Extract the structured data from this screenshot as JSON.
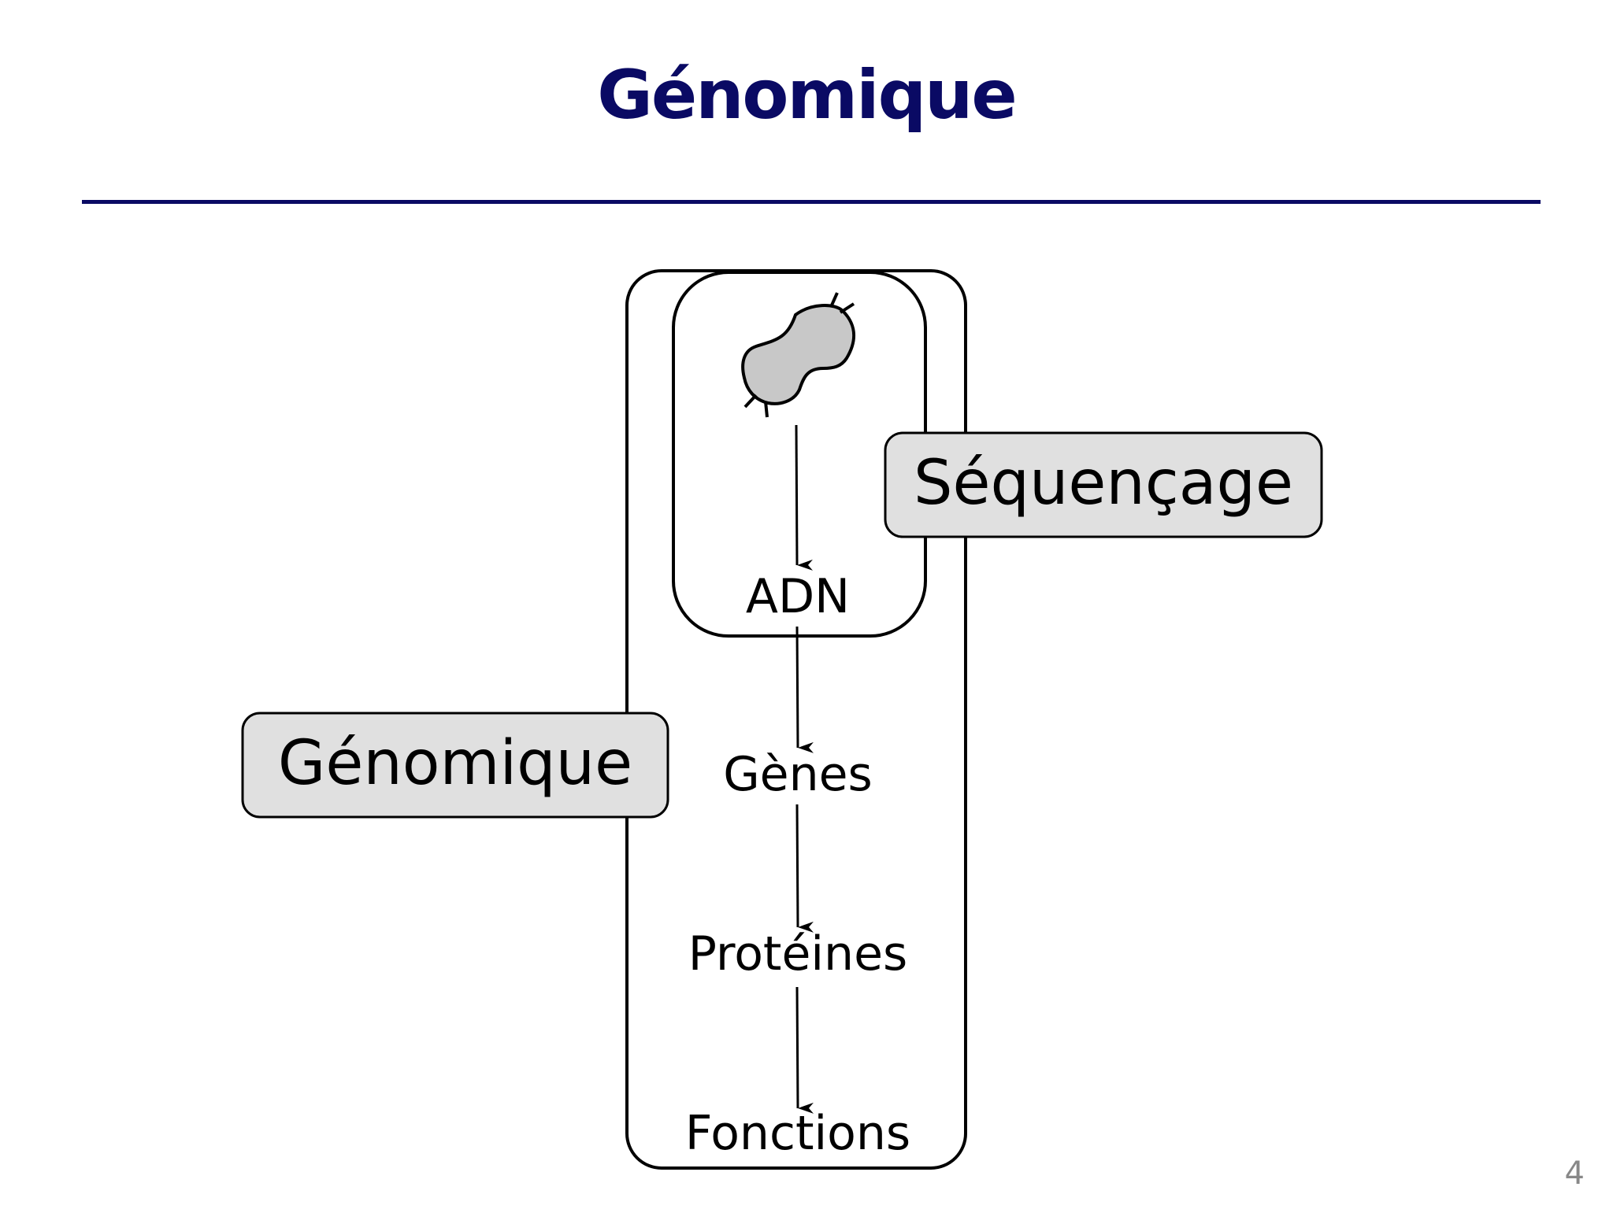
{
  "slide": {
    "title": "Génomique",
    "page_number": "4"
  },
  "diagram": {
    "flow": [
      {
        "id": "adn",
        "label": "ADN"
      },
      {
        "id": "genes",
        "label": "Gènes"
      },
      {
        "id": "proteines",
        "label": "Protéines"
      },
      {
        "id": "fonctions",
        "label": "Fonctions"
      }
    ],
    "tags": {
      "sequencage": "Séquençage",
      "genomique": "Génomique"
    },
    "icons": {
      "organism": "bacterium-icon"
    },
    "colors": {
      "title": "#0a0a64",
      "tag_fill": "#e0e0e0",
      "organism_fill": "#c8c8c8"
    }
  }
}
